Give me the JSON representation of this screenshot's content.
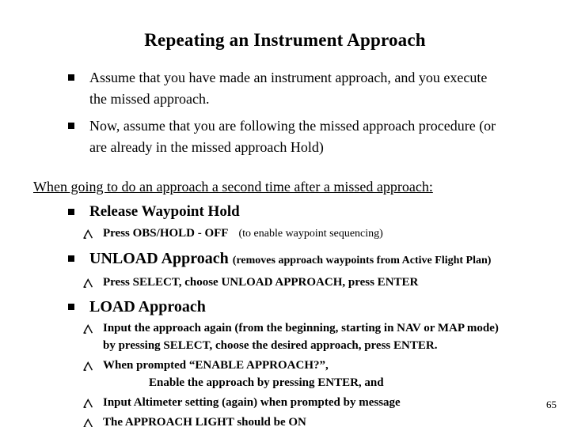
{
  "slide": {
    "title": "Repeating an Instrument Approach",
    "intro_bullets": [
      {
        "lines": [
          "Assume that you have made an instrument approach, and you execute",
          "the missed approach."
        ]
      },
      {
        "lines": [
          "Now, assume that you are following the missed approach procedure (or",
          "are already in the missed approach Hold)"
        ]
      }
    ],
    "section_heading": "When going to do an approach a second time after a missed approach:",
    "release": {
      "heading": "Release Waypoint Hold",
      "sub_action": "Press OBS/HOLD - OFF",
      "sub_note": "(to enable waypoint sequencing)"
    },
    "unload": {
      "heading": "UNLOAD Approach",
      "heading_note": "(removes approach waypoints from Active Flight Plan)",
      "sub": "Press SELECT, choose UNLOAD APPROACH, press ENTER"
    },
    "load": {
      "heading": "LOAD Approach",
      "sub1_lines": [
        "Input the approach again (from the beginning, starting in NAV or MAP mode)",
        "by pressing SELECT, choose the desired approach, press ENTER."
      ],
      "sub2": "When prompted “ENABLE APPROACH?”,",
      "sub2_cont": "Enable the approach by pressing ENTER, and",
      "sub3": "Input Altimeter setting (again) when prompted by message",
      "sub4": "The APPROACH LIGHT should be ON"
    },
    "page_number": "65"
  }
}
